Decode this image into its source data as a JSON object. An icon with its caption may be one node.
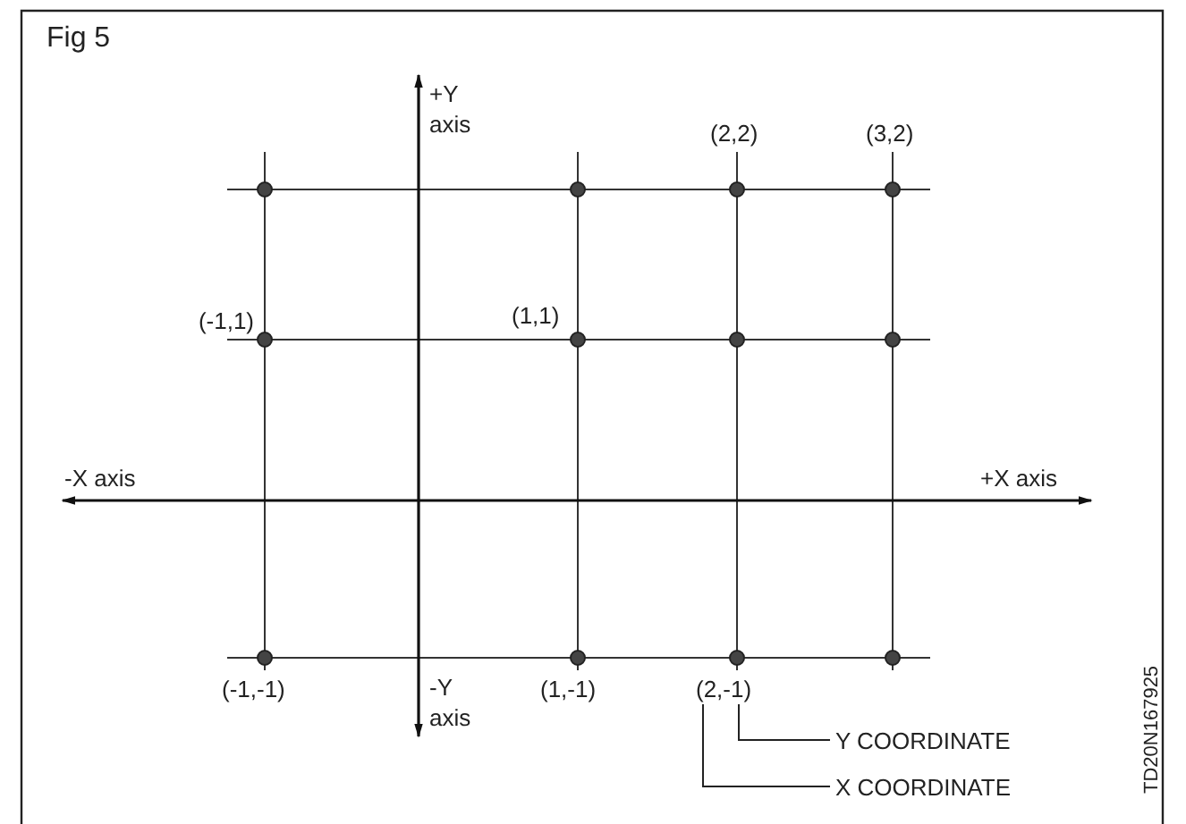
{
  "diagram": {
    "title": "Fig 5",
    "nodes": [
      {
        "text": [
          "Y COORDINATE"
        ]
      },
      {
        "text": [
          "X COORDINATE"
        ]
      },
      {
        "text": [
          "(2,-1)"
        ]
      }
    ],
    "edges": [
      {
        "from": 0,
        "to": 2,
        "arrow": "none"
      },
      {
        "from": 1,
        "to": 2,
        "arrow": "none"
      }
    ],
    "labels": [
      "+Y axis",
      "(2,2)",
      "(3,2)",
      "(1,1)",
      "(-1,1)",
      "-X axis",
      "+X axis",
      "(-1,-1)",
      "-Y axis",
      "(1,-1)",
      "TD20N167925"
    ]
  }
}
